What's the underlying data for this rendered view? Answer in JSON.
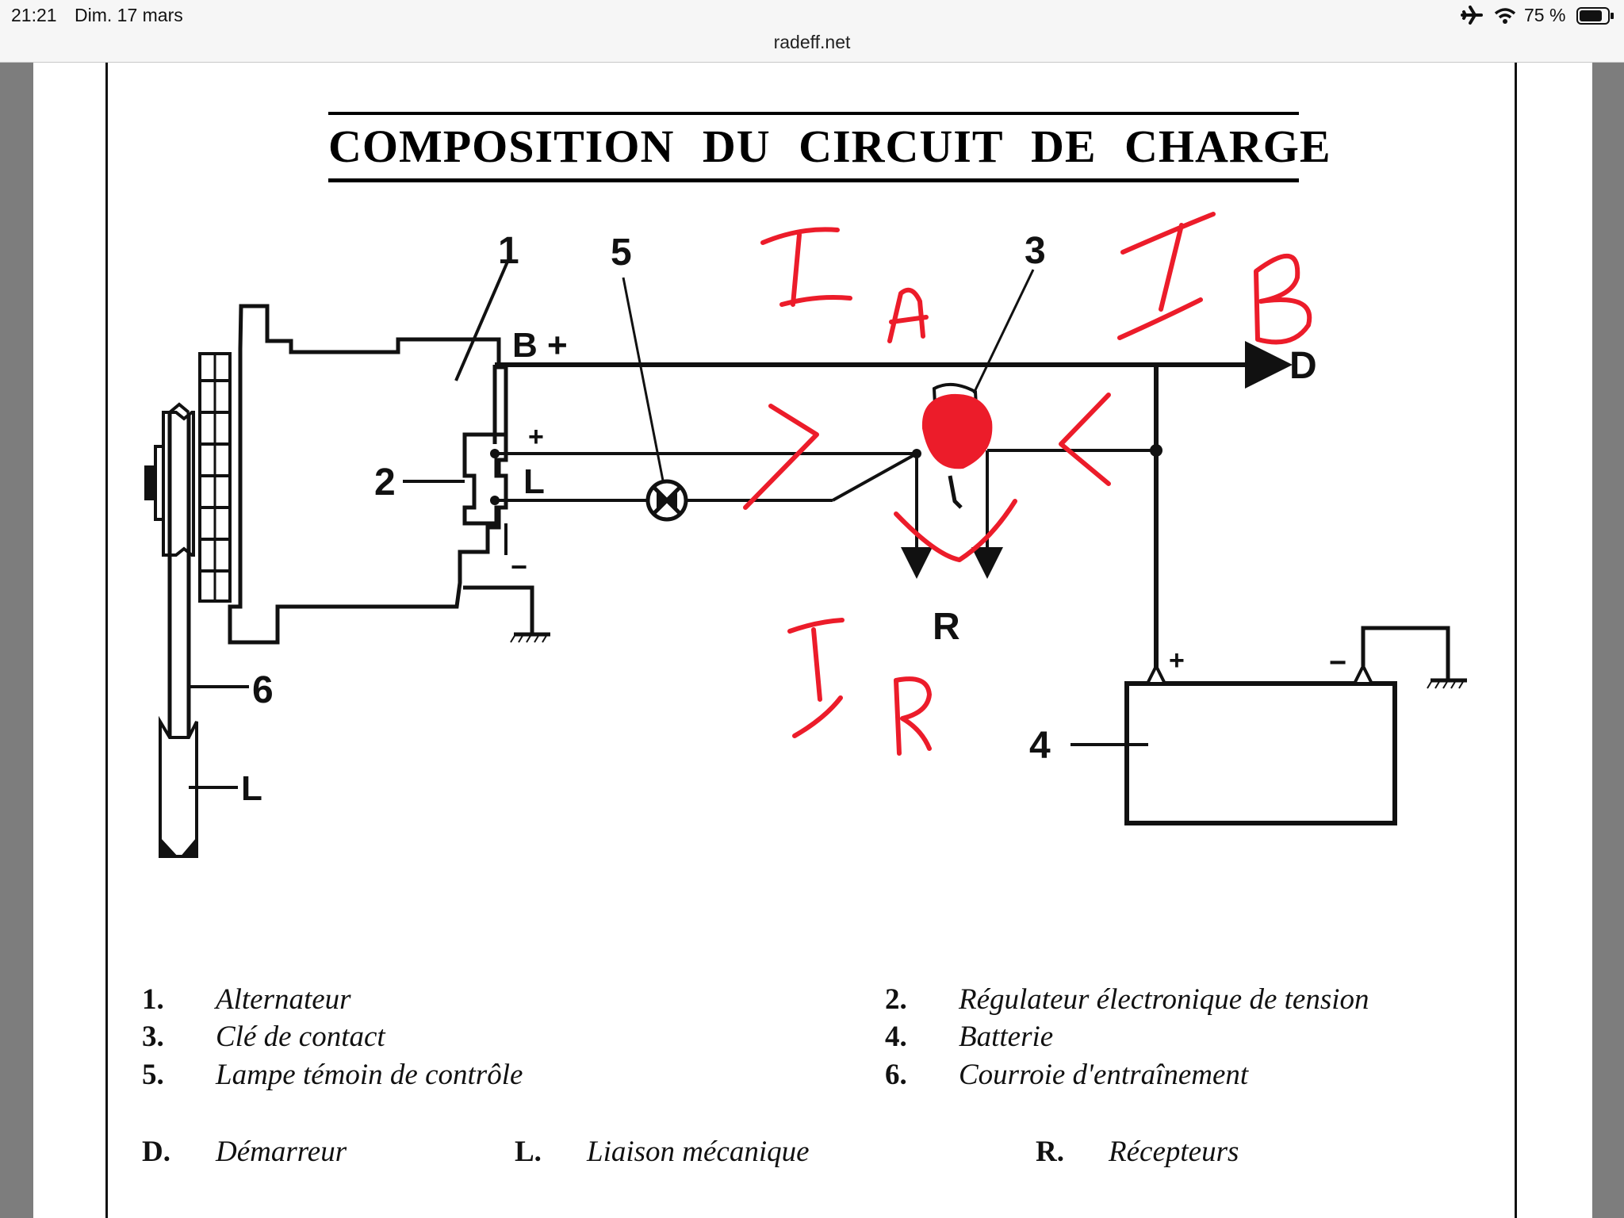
{
  "status_bar": {
    "time": "21:21",
    "date": "Dim. 17 mars",
    "url": "radeff.net",
    "battery": "75 %",
    "icons": [
      "airplane-icon",
      "wifi-icon",
      "battery-icon"
    ]
  },
  "document": {
    "title": "COMPOSITION DU CIRCUIT DE CHARGE",
    "diagram_labels": {
      "alternator": "1",
      "regulator": "2",
      "ignition_key": "3",
      "battery": "4",
      "warning_lamp": "5",
      "belt": "6",
      "b_plus": "B +",
      "reg_plus": "+",
      "reg_l": "L",
      "reg_minus": "−",
      "starter": "D",
      "receivers": "R",
      "mechanical_link": "L",
      "battery_plus": "+",
      "battery_minus": "−"
    },
    "handwritten_annotations": [
      "I",
      "A",
      "I",
      "B",
      "I",
      "R"
    ],
    "legend": [
      {
        "num": "1.",
        "text": "Alternateur"
      },
      {
        "num": "2.",
        "text": "Régulateur électronique de tension"
      },
      {
        "num": "3.",
        "text": "Clé de contact"
      },
      {
        "num": "4.",
        "text": "Batterie"
      },
      {
        "num": "5.",
        "text": "Lampe témoin de contrôle"
      },
      {
        "num": "6.",
        "text": "Courroie d'entraînement"
      }
    ],
    "abbreviations": [
      {
        "key": "D.",
        "text": "Démarreur"
      },
      {
        "key": "L.",
        "text": "Liaison mécanique"
      },
      {
        "key": "R.",
        "text": "Récepteurs"
      }
    ]
  },
  "colors": {
    "ink_red": "#ec1c2a",
    "line_black": "#111111",
    "page_background": "#ffffff",
    "viewer_background": "#7d7d7d"
  }
}
